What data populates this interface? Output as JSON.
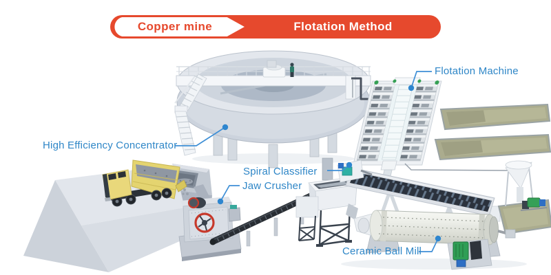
{
  "header": {
    "stage": "Copper mine",
    "method": "Flotation Method"
  },
  "labels": {
    "concentrator": "High Efficiency Concentrator",
    "flotation_machine": "Flotation Machine",
    "spiral_classifier": "Spiral Classifier",
    "jaw_crusher": "Jaw Crusher",
    "ceramic_ball_mill": "Ceramic Ball Mill"
  },
  "colors": {
    "accent_red": "#E6492D",
    "label_blue": "#2E86C7",
    "leader_blue": "#3E8FD6",
    "equipment_gray": "#CDD3DB",
    "pond_olive": "#ABAC8E",
    "truck_yellow": "#E5D36E",
    "conveyor_dark": "#282D33",
    "motor_green": "#2F9E55"
  }
}
